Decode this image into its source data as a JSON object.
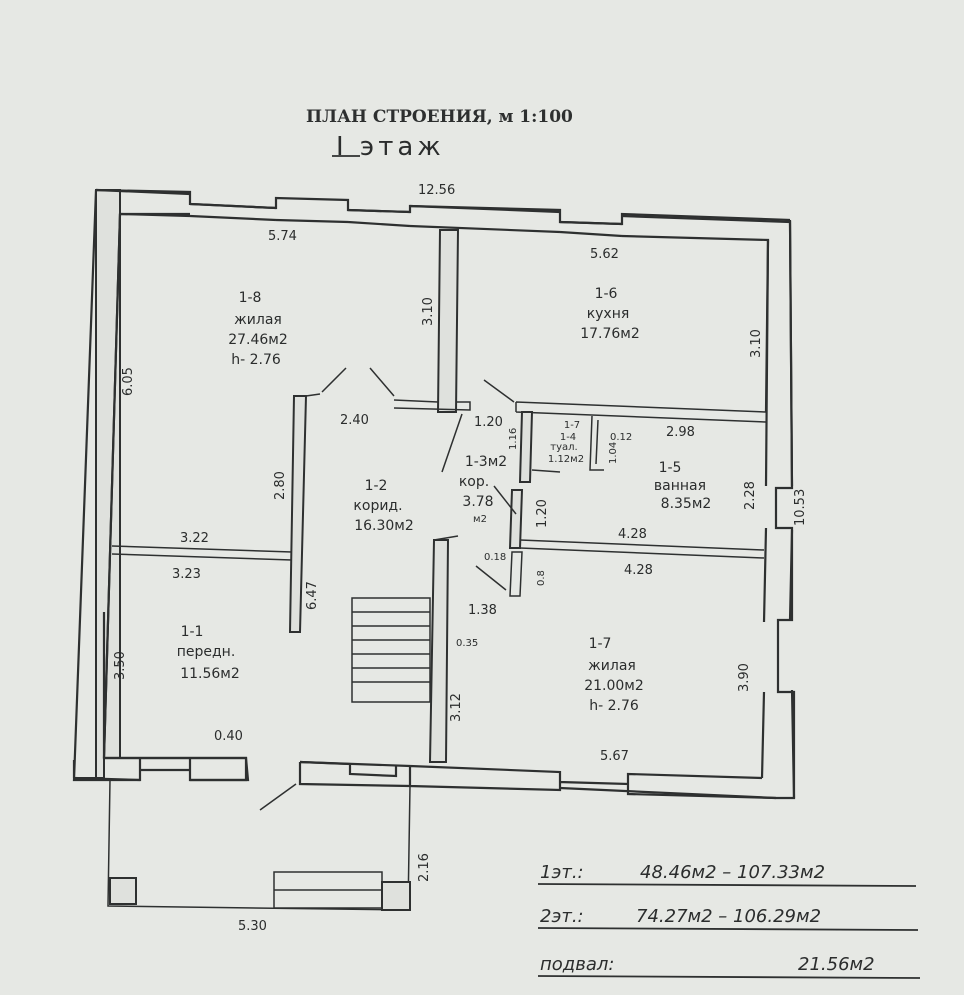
{
  "header": {
    "title": "ПЛАН СТРОЕНИЯ, м 1:100",
    "floor_label": "I этаж"
  },
  "dimensions": {
    "total_width": "12.56",
    "room_1_8_width": "5.74",
    "room_1_6_width": "5.62",
    "room_1_8_depth": "6.05",
    "wall_3_10_left": "3.10",
    "wall_3_10_right": "3.10",
    "right_total": "10.53",
    "corridor_top": "2.40",
    "corridor_side": "2.80",
    "wall_1_20_a": "1.20",
    "wall_1_20_b": "1.20",
    "d_0_12": "0.12",
    "d_1_04": "1.04",
    "d_1_16": "1.16",
    "d_2_98": "2.98",
    "d_2_28": "2.28",
    "d_4_28_a": "4.28",
    "d_4_28_b": "4.28",
    "d_3_22": "3.22",
    "d_3_23": "3.23",
    "d_6_47": "6.47",
    "d_0_18": "0.18",
    "d_0_8": "0.8",
    "d_1_38": "1.38",
    "d_0_35": "0.35",
    "d_3_12": "3.12",
    "d_3_50": "3.50",
    "d_3_90": "3.90",
    "d_0_40": "0.40",
    "d_5_67": "5.67",
    "d_2_16": "2.16",
    "d_5_30": "5.30"
  },
  "rooms": {
    "r1_8": {
      "id": "1-8",
      "name": "жилая",
      "area": "27.46м2",
      "height": "h- 2.76"
    },
    "r1_6": {
      "id": "1-6",
      "name": "кухня",
      "area": "17.76м2"
    },
    "r1_2": {
      "id": "1-2",
      "name": "корид.",
      "area": "16.30м2"
    },
    "r1_3": {
      "id": "1-3м2",
      "name": "кор.",
      "area": "3.78",
      "unit": "м2"
    },
    "r1_4": {
      "id": "1-7",
      "sub": "1-4",
      "name": "туал.",
      "area": "1.12м2"
    },
    "r1_5": {
      "id": "1-5",
      "name": "ванная",
      "area": "8.35м2"
    },
    "r1_1": {
      "id": "1-1",
      "name": "передн.",
      "area": "11.56м2"
    },
    "r1_7": {
      "id": "1-7",
      "name": "жилая",
      "area": "21.00м2",
      "height": "h- 2.76"
    }
  },
  "summary": [
    {
      "label": "1эт.:",
      "value": "48.46м2 – 107.33м2"
    },
    {
      "label": "2эт.:",
      "value": "74.27м2 – 106.29м2"
    },
    {
      "label": "подвал:",
      "value": "21.56м2"
    }
  ]
}
